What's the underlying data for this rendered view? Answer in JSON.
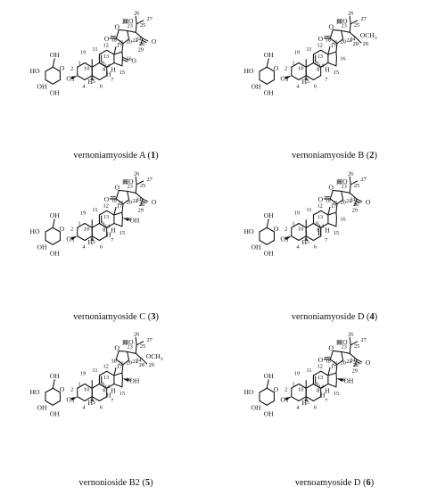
{
  "compounds": [
    {
      "name": "vernoniamyoside A",
      "number": "1"
    },
    {
      "name": "vernoniamyoside B",
      "number": "2"
    },
    {
      "name": "vernoniamyoside C",
      "number": "3"
    },
    {
      "name": "vernoniamyoside D",
      "number": "4"
    },
    {
      "name": "vernonioside B2",
      "number": "5"
    },
    {
      "name": "vernoamyoside D",
      "number": "6"
    }
  ],
  "atoms": {
    "H": "H",
    "O": "O",
    "OH": "OH",
    "HO": "HO",
    "OCH3": "OCH",
    "OCH3_sub": "3"
  },
  "numbers": [
    "1",
    "2",
    "3",
    "4",
    "5",
    "6",
    "7",
    "8",
    "9",
    "10",
    "11",
    "12",
    "13",
    "14",
    "15",
    "16",
    "17",
    "18",
    "19",
    "20",
    "21",
    "22",
    "23",
    "24",
    "25",
    "26",
    "27",
    "28",
    "29"
  ]
}
